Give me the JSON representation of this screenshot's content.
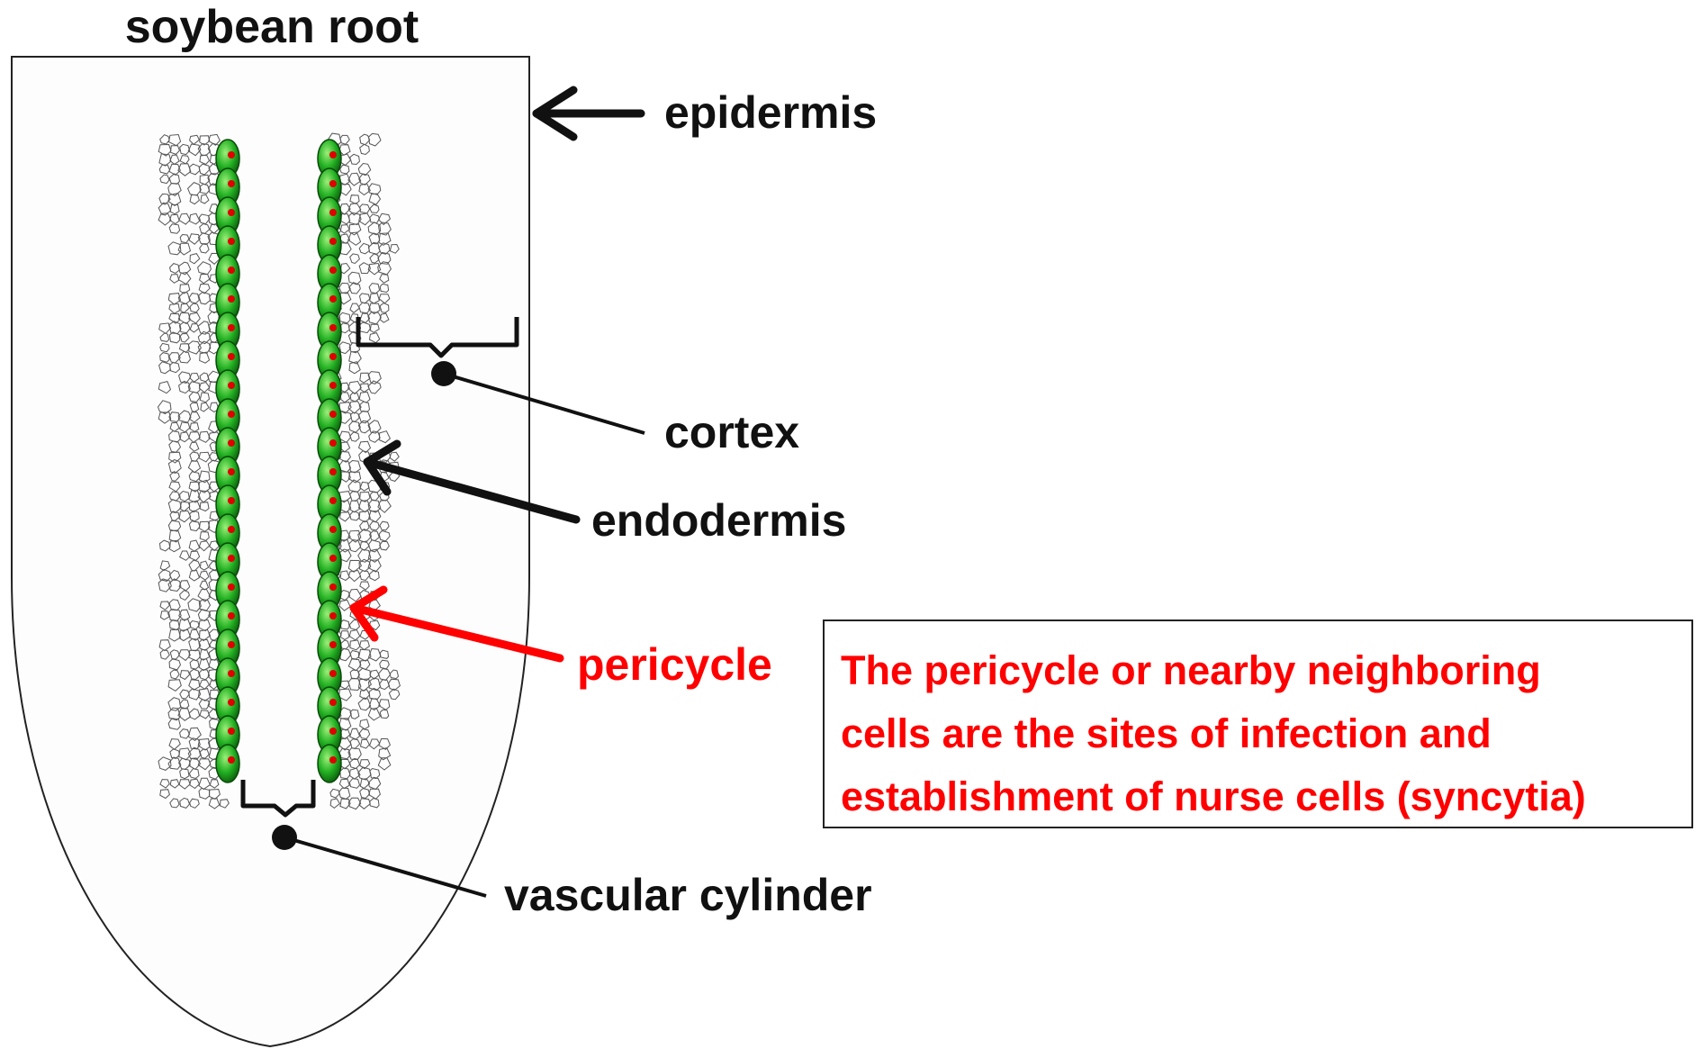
{
  "title": "soybean root",
  "labels": {
    "epidermis": "epidermis",
    "cortex": "cortex",
    "endodermis": "endodermis",
    "pericycle": "pericycle",
    "vascular_cylinder": "vascular cylinder"
  },
  "callout": {
    "lines": [
      "The pericycle or nearby neighboring",
      "cells are the sites of infection and",
      "establishment of nurse cells (syncytia)"
    ]
  },
  "colors": {
    "label_text": "#111111",
    "highlight": "#ff0000",
    "cell_green": "#1fa51f",
    "nucleus_red": "#e00000"
  }
}
